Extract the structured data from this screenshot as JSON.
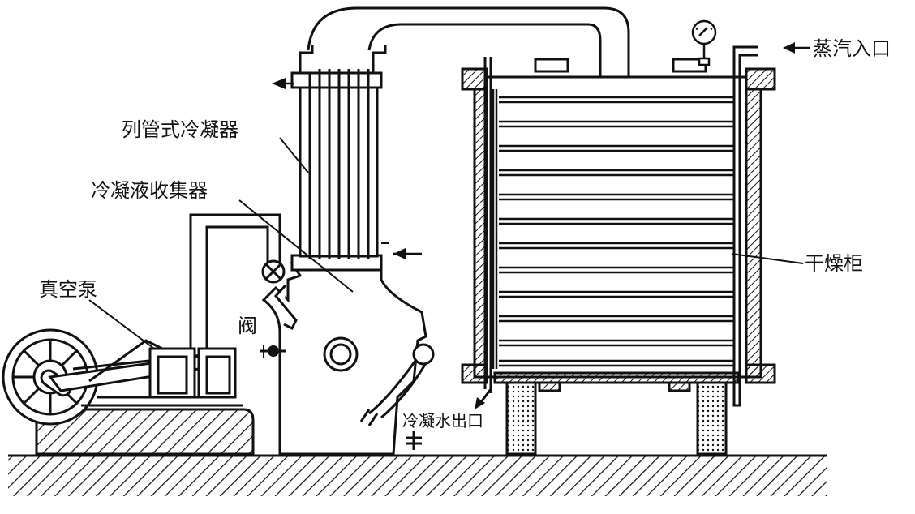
{
  "labels": {
    "steam_inlet": "蒸汽入口",
    "tube_condenser": "列管式冷凝器",
    "condensate_collector": "冷凝液收集器",
    "vacuum_pump": "真空泵",
    "valve": "阀",
    "dryer_cabinet": "干燥柜",
    "condensate_outlet": "冷凝水出口"
  },
  "colors": {
    "line": "#111111",
    "background": "#ffffff"
  },
  "icons": {
    "gauge": "pressure-gauge-icon",
    "valve": "valve-icon",
    "pump": "vacuum-pump-icon"
  }
}
